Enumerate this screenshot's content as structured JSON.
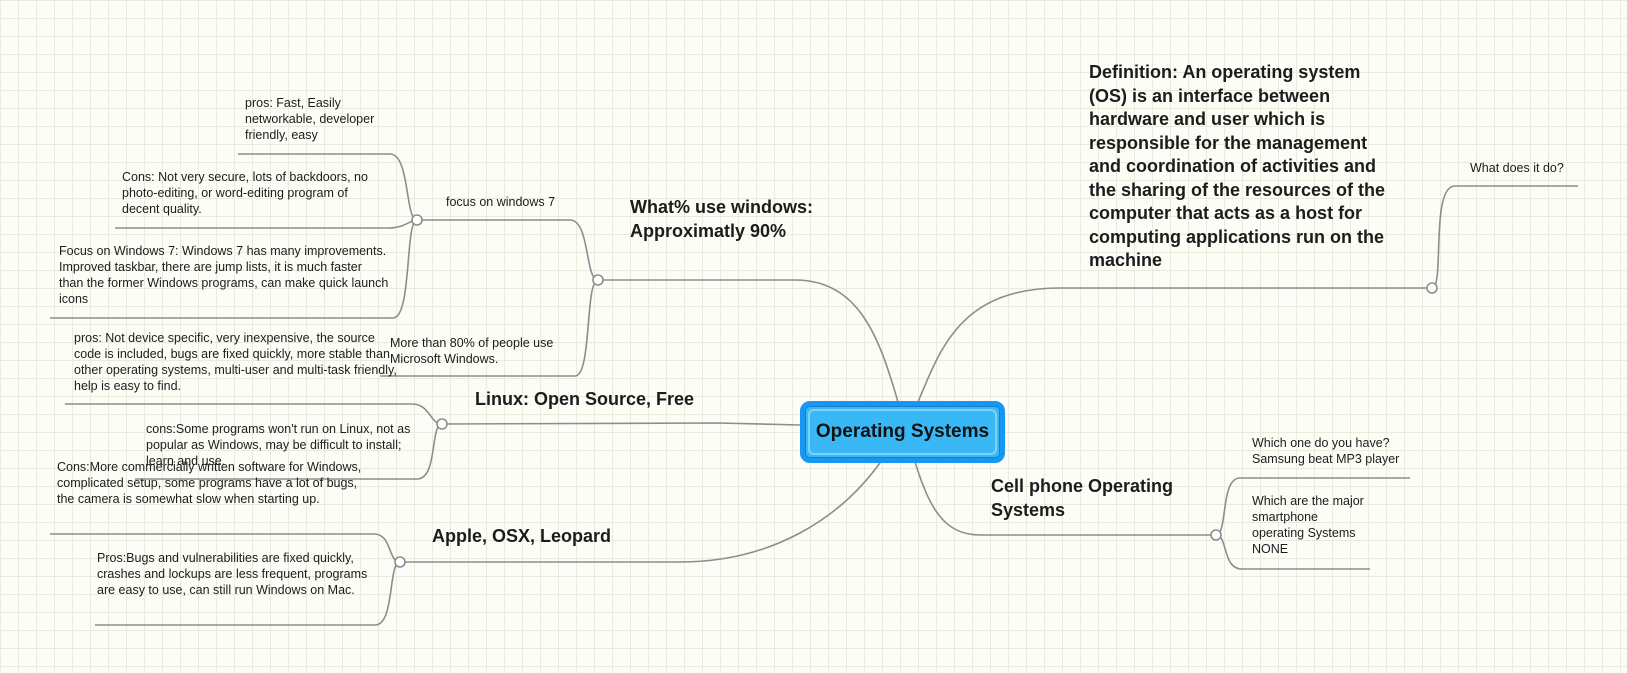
{
  "mindmap": {
    "central": "Operating Systems",
    "definition": "Definition: An operating system (OS) is an interface between hardware and user which is responsible for the management and coordination of activities and the sharing of the resources of the computer that acts as a host for computing applications run on the machine",
    "what_does_it_do": "What does it do?",
    "cell_phone": {
      "topic": "Cell phone Operating Systems",
      "which_one": "Which one do you have? Samsung beat MP3 player",
      "major": "Which are the major smartphone operating Systems NONE"
    },
    "windows": {
      "topic": "What% use windows: Approximatly 90%",
      "focus": "focus on windows 7",
      "pros": "pros: Fast, Easily networkable, developer friendly, easy",
      "cons": "Cons: Not very secure, lots of backdoors, no photo-editing, or word-editing program of decent quality.",
      "focus_detail": "Focus on Windows 7: Windows 7 has many improvements. Improved taskbar, there are jump lists, it is much faster than the former Windows programs, can make quick launch icons",
      "usage": "More than 80% of people use Microsoft Windows."
    },
    "linux": {
      "topic": "Linux: Open Source, Free",
      "pros": "pros: Not device specific, very inexpensive, the source code is included, bugs are fixed quickly, more stable than other operating systems, multi-user and multi-task friendly, help is easy to find.",
      "cons": "cons:Some programs won't run on Linux, not as popular as Windows,  may be difficult to install; learn and use."
    },
    "apple": {
      "topic": "Apple, OSX, Leopard",
      "cons": "Cons:More commercially written software for Windows, complicated setup, some programs have a lot of bugs, the camera is somewhat slow when starting up.",
      "pros": "Pros:Bugs and vulnerabilities are fixed quickly, crashes and lockups are less frequent, programs are easy to use, can still run Windows on Mac."
    }
  },
  "colors": {
    "central_fill": "#38b9f5",
    "central_border": "#1996f0",
    "connector": "#8d8d8d",
    "grid": "#ece9dd"
  }
}
